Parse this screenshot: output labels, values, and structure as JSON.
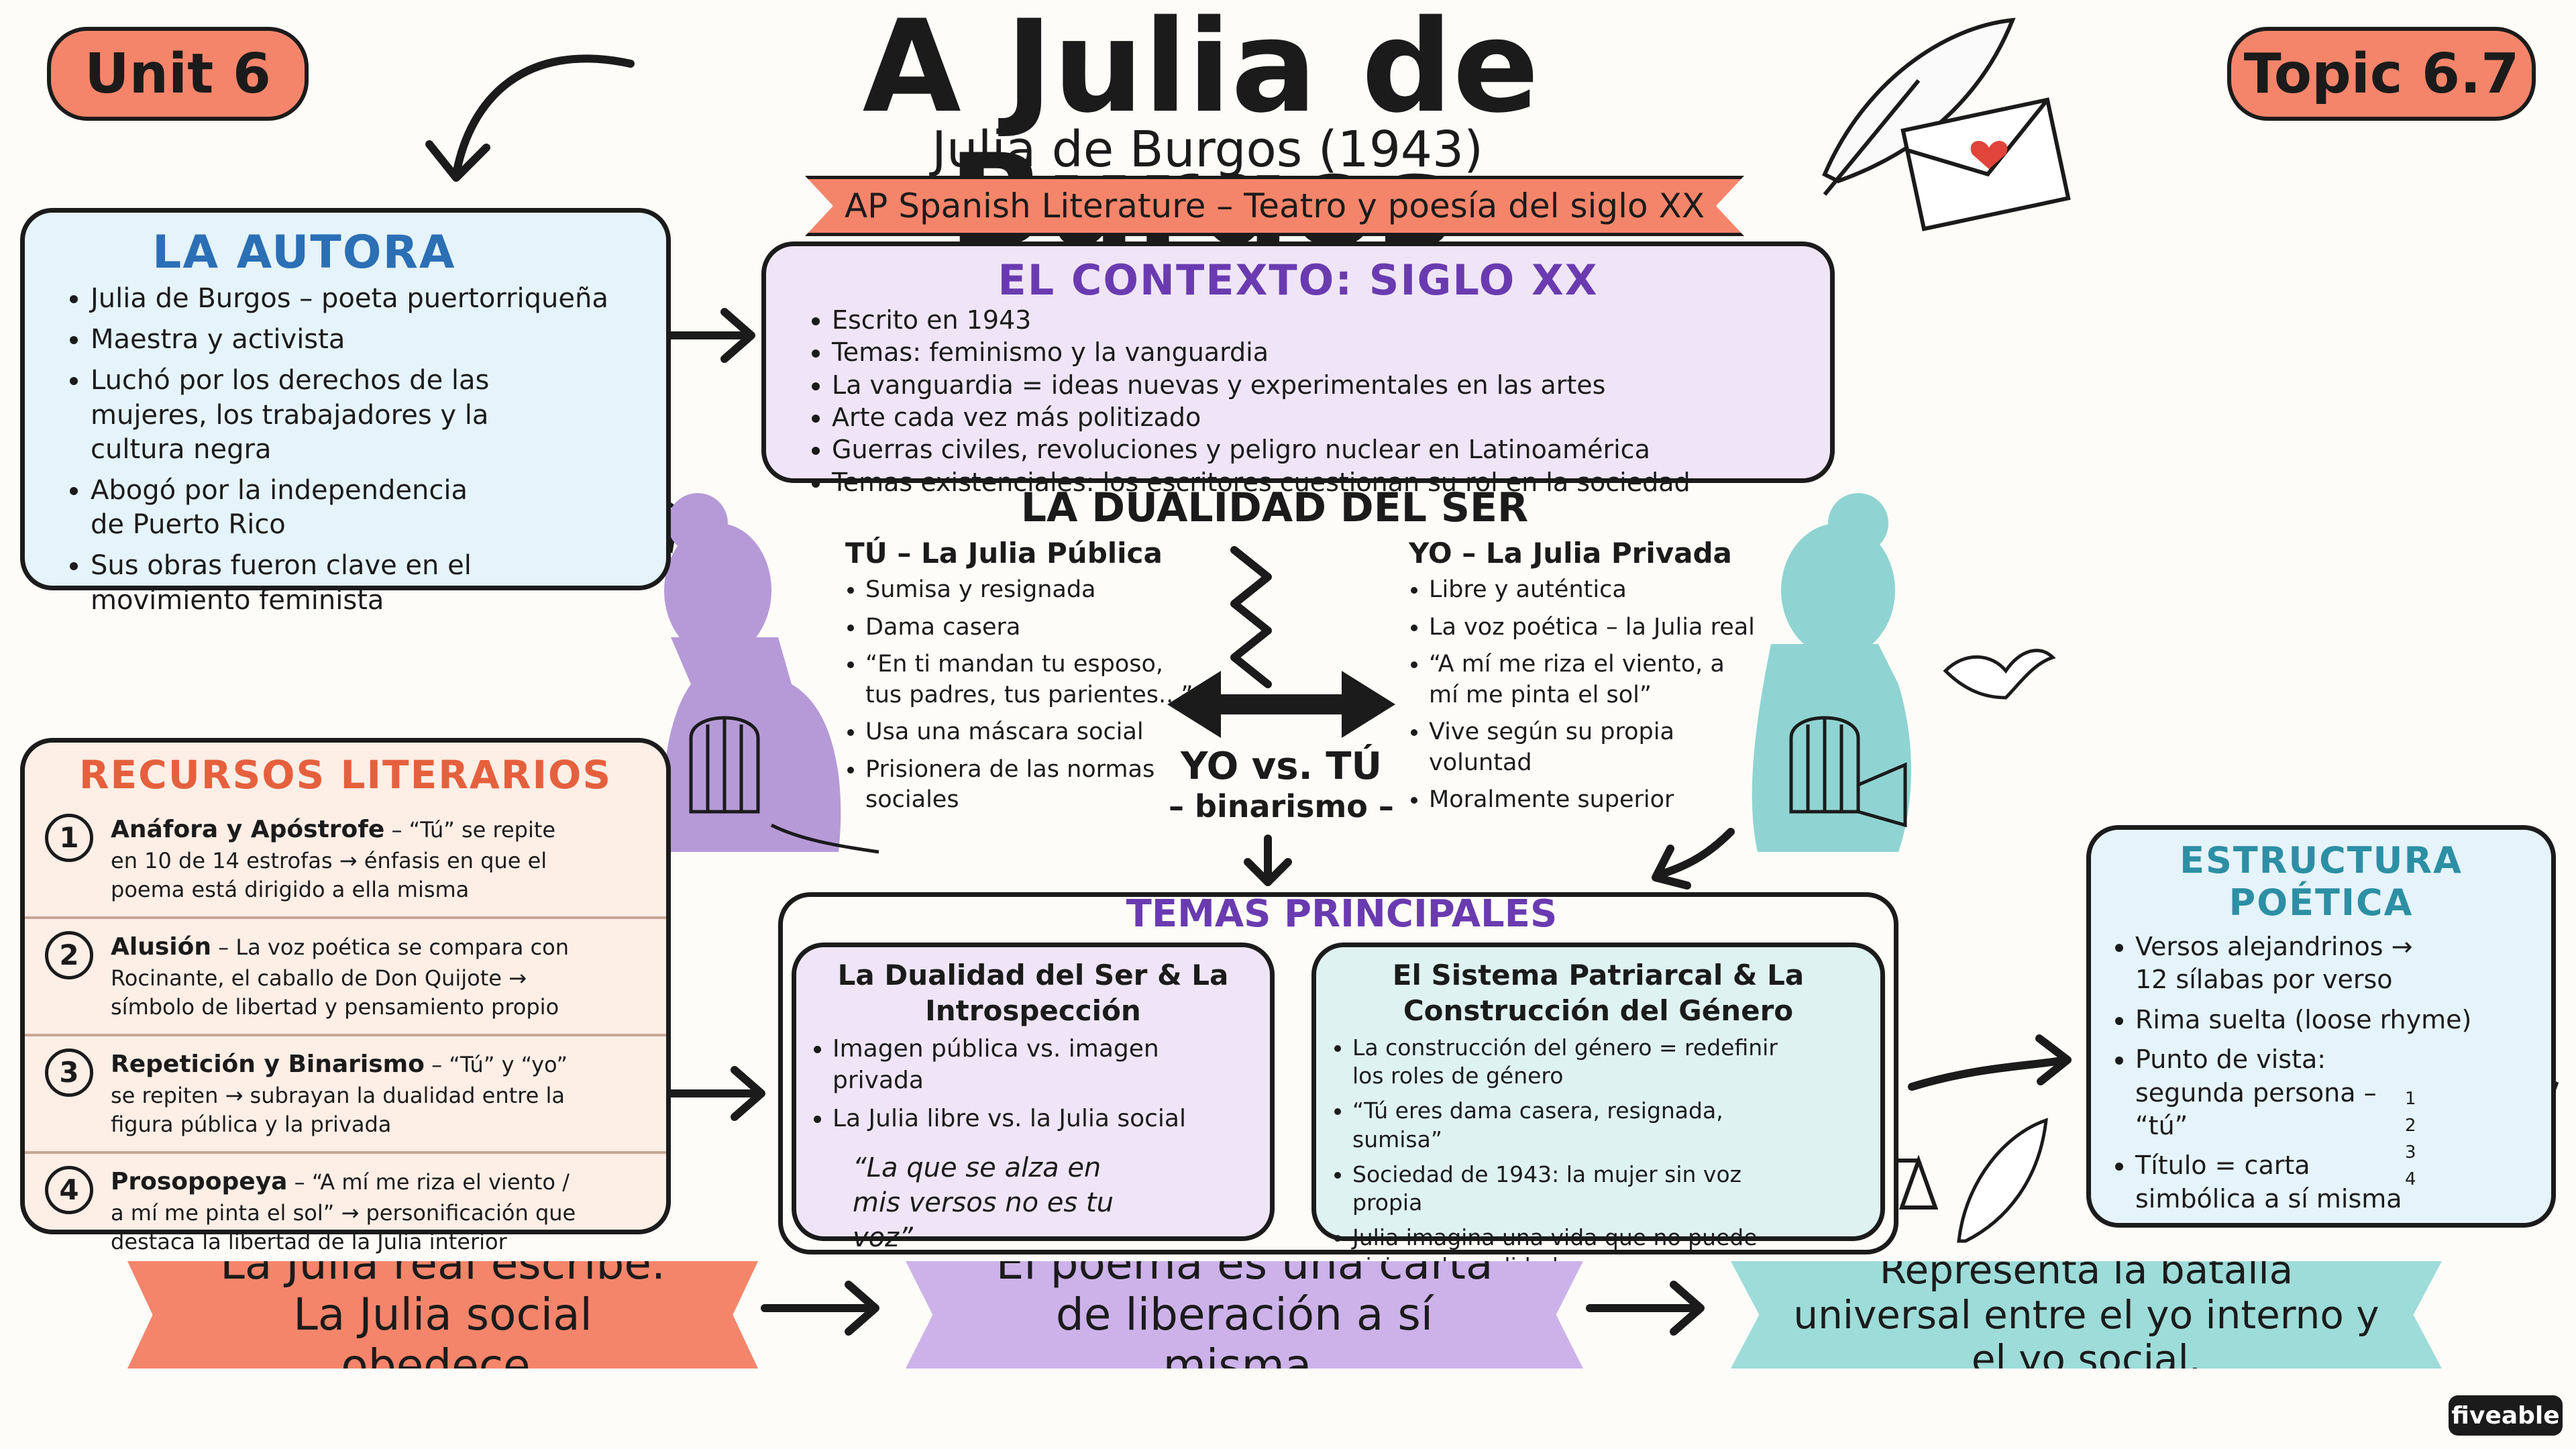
{
  "header": {
    "unit": "Unit 6",
    "topic": "Topic 6.7",
    "title": "A Julia de Burgos",
    "subtitle": "Julia de Burgos (1943)",
    "banner": "AP Spanish Literature – Teatro y poesía del siglo XX"
  },
  "autora": {
    "title": "LA AUTORA",
    "items": [
      "Julia de Burgos – poeta puertorriqueña",
      "Maestra y activista",
      "Luchó por los derechos de las mujeres, los trabajadores y la cultura negra",
      "Abogó por la independencia de Puerto Rico",
      "Sus obras fueron clave en el movimiento feminista"
    ]
  },
  "contexto": {
    "title": "EL CONTEXTO: SIGLO XX",
    "items": [
      "Escrito en 1943",
      "Temas: feminismo y la vanguardia",
      "La vanguardia = ideas nuevas y experimentales en las artes",
      "Arte cada vez más politizado",
      "Guerras civiles, revoluciones y peligro nuclear en Latinoamérica",
      "Temas existenciales: los escritores cuestionan su rol en la sociedad"
    ]
  },
  "dualidad": {
    "title": "LA DUALIDAD DEL SER",
    "tu_title": "TÚ – La Julia Pública",
    "tu_items": [
      "Sumisa y resignada",
      "Dama casera",
      "“En ti mandan tu esposo, tus padres, tus parientes...”",
      "Usa una máscara social",
      "Prisionera de las normas sociales"
    ],
    "yo_title": "YO – La Julia Privada",
    "yo_items": [
      "Libre y auténtica",
      "La voz poética – la Julia real",
      "“A mí me riza el viento, a mí me pinta el sol”",
      "Vive según su propia voluntad",
      "Moralmente superior"
    ],
    "center_1": "YO vs. TÚ",
    "center_2": "– binarismo –"
  },
  "recursos": {
    "title": "RECURSOS LITERARIOS",
    "items": [
      {
        "n": "1",
        "name": "Anáfora y Apóstrofe",
        "text": "– “Tú” se repite en 10 de 14 estrofas → énfasis en que el poema está dirigido a ella misma"
      },
      {
        "n": "2",
        "name": "Alusión",
        "text": "– La voz poética se compara con Rocinante, el caballo de Don Quijote → símbolo de libertad y pensamiento propio"
      },
      {
        "n": "3",
        "name": "Repetición y Binarismo",
        "text": "– “Tú” y “yo” se repiten → subrayan la dualidad entre la figura pública y la privada"
      },
      {
        "n": "4",
        "name": "Prosopopeya",
        "text": "– “A mí me riza el viento / a mí me pinta el sol” → personificación que destaca la libertad de la Julia interior"
      }
    ]
  },
  "temas": {
    "title": "TEMAS PRINCIPALES",
    "left_title": "La Dualidad del Ser & La Introspección",
    "left_items": [
      "Imagen pública vs. imagen privada",
      "La Julia libre vs. la Julia social"
    ],
    "left_quote": "“La que se alza en mis versos no es tu voz”",
    "right_title": "El Sistema Patriarcal & La Construcción del Género",
    "right_items": [
      "La construcción del género = redefinir los roles de género",
      "“Tú eres dama casera, resignada, sumisa”",
      "Sociedad de 1943: la mujer sin voz propia",
      "Julia imagina una vida que no puede vivir en la realidad"
    ]
  },
  "estructura": {
    "title": "ESTRUCTURA POÉTICA",
    "items": [
      "Versos alejandrinos → 12 sílabas por verso",
      "Rima suelta (loose rhyme)",
      "Punto de vista: segunda persona – “tú”",
      "Título = carta simbólica a sí misma"
    ],
    "list_nums": [
      "1",
      "2",
      "3",
      "4"
    ]
  },
  "ribbons": {
    "r1": "La Julia real escribe. La Julia social obedece.",
    "r2": "El poema es una carta de liberación a sí misma.",
    "r3": "Representa la batalla universal entre el yo interno y el yo social."
  },
  "brand": "fiveable",
  "colors": {
    "orange": "#f5856a",
    "blue_bg": "#e5f3fa",
    "purple_bg": "#efe5f7",
    "peach_bg": "#fdeee6",
    "teal_bg": "#dff2f2"
  }
}
